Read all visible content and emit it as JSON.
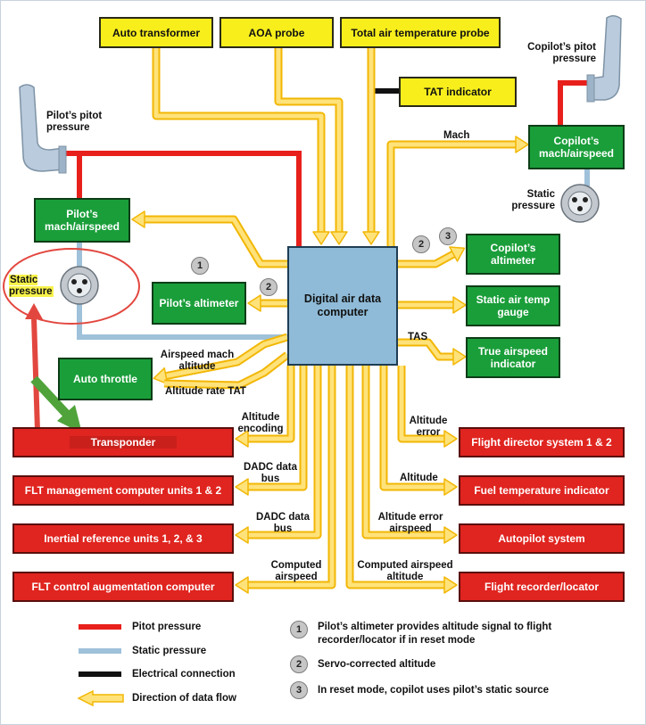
{
  "sources": {
    "auto_transformer": "Auto transformer",
    "aoa_probe": "AOA probe",
    "tat_probe": "Total air temperature probe",
    "tat_indicator": "TAT indicator"
  },
  "pilot_side": {
    "pitot_label": "Pilot’s pitot pressure",
    "mach_airspeed": "Pilot’s mach/airspeed",
    "static_label": "Static pressure",
    "altimeter": "Pilot’s altimeter",
    "auto_throttle": "Auto throttle"
  },
  "copilot_side": {
    "pitot_label": "Copilot’s pitot pressure",
    "mach_airspeed": "Copilot’s mach/airspeed",
    "static_label": "Static pressure",
    "altimeter": "Copilot’s altimeter",
    "static_air_temp": "Static air temp gauge",
    "true_airspeed": "True airspeed indicator"
  },
  "dadc": "Digital air data computer",
  "flow_labels": {
    "mach": "Mach",
    "tas": "TAS",
    "airspeed_mach_altitude": "Airspeed mach altitude",
    "altitude_rate_tat": "Altitude rate TAT",
    "altitude_encoding": "Altitude encoding",
    "dadc_bus_1": "DADC data bus",
    "dadc_bus_2": "DADC data bus",
    "computed_airspeed": "Computed airspeed",
    "altitude_error": "Altitude error",
    "altitude": "Altitude",
    "altitude_error_airspeed": "Altitude error airspeed",
    "computed_airspeed_altitude": "Computed airspeed altitude"
  },
  "left_systems": [
    "Transponder",
    "FLT management computer units 1 & 2",
    "Inertial reference units 1, 2, & 3",
    "FLT control augmentation computer"
  ],
  "right_systems": [
    "Flight director system 1 & 2",
    "Fuel temperature indicator",
    "Autopilot system",
    "Flight recorder/locator"
  ],
  "markers": [
    "1",
    "2",
    "2",
    "3"
  ],
  "legend": {
    "pitot": "Pitot pressure",
    "static": "Static pressure",
    "electrical": "Electrical connection",
    "flow": "Direction of data flow"
  },
  "notes": [
    {
      "num": "1",
      "text": "Pilot’s altimeter provides altitude signal to flight recorder/locator if in reset mode"
    },
    {
      "num": "2",
      "text": "Servo-corrected altitude"
    },
    {
      "num": "3",
      "text": "In reset mode, copilot uses pilot’s static source"
    }
  ],
  "colors": {
    "pitot": "#e8201c",
    "static": "#9fc1d9",
    "electrical": "#111111",
    "flow_fill": "#ffe27a",
    "flow_edge": "#f2b705",
    "annotation_red": "#e2473f",
    "annotation_green": "#4fa33a"
  }
}
